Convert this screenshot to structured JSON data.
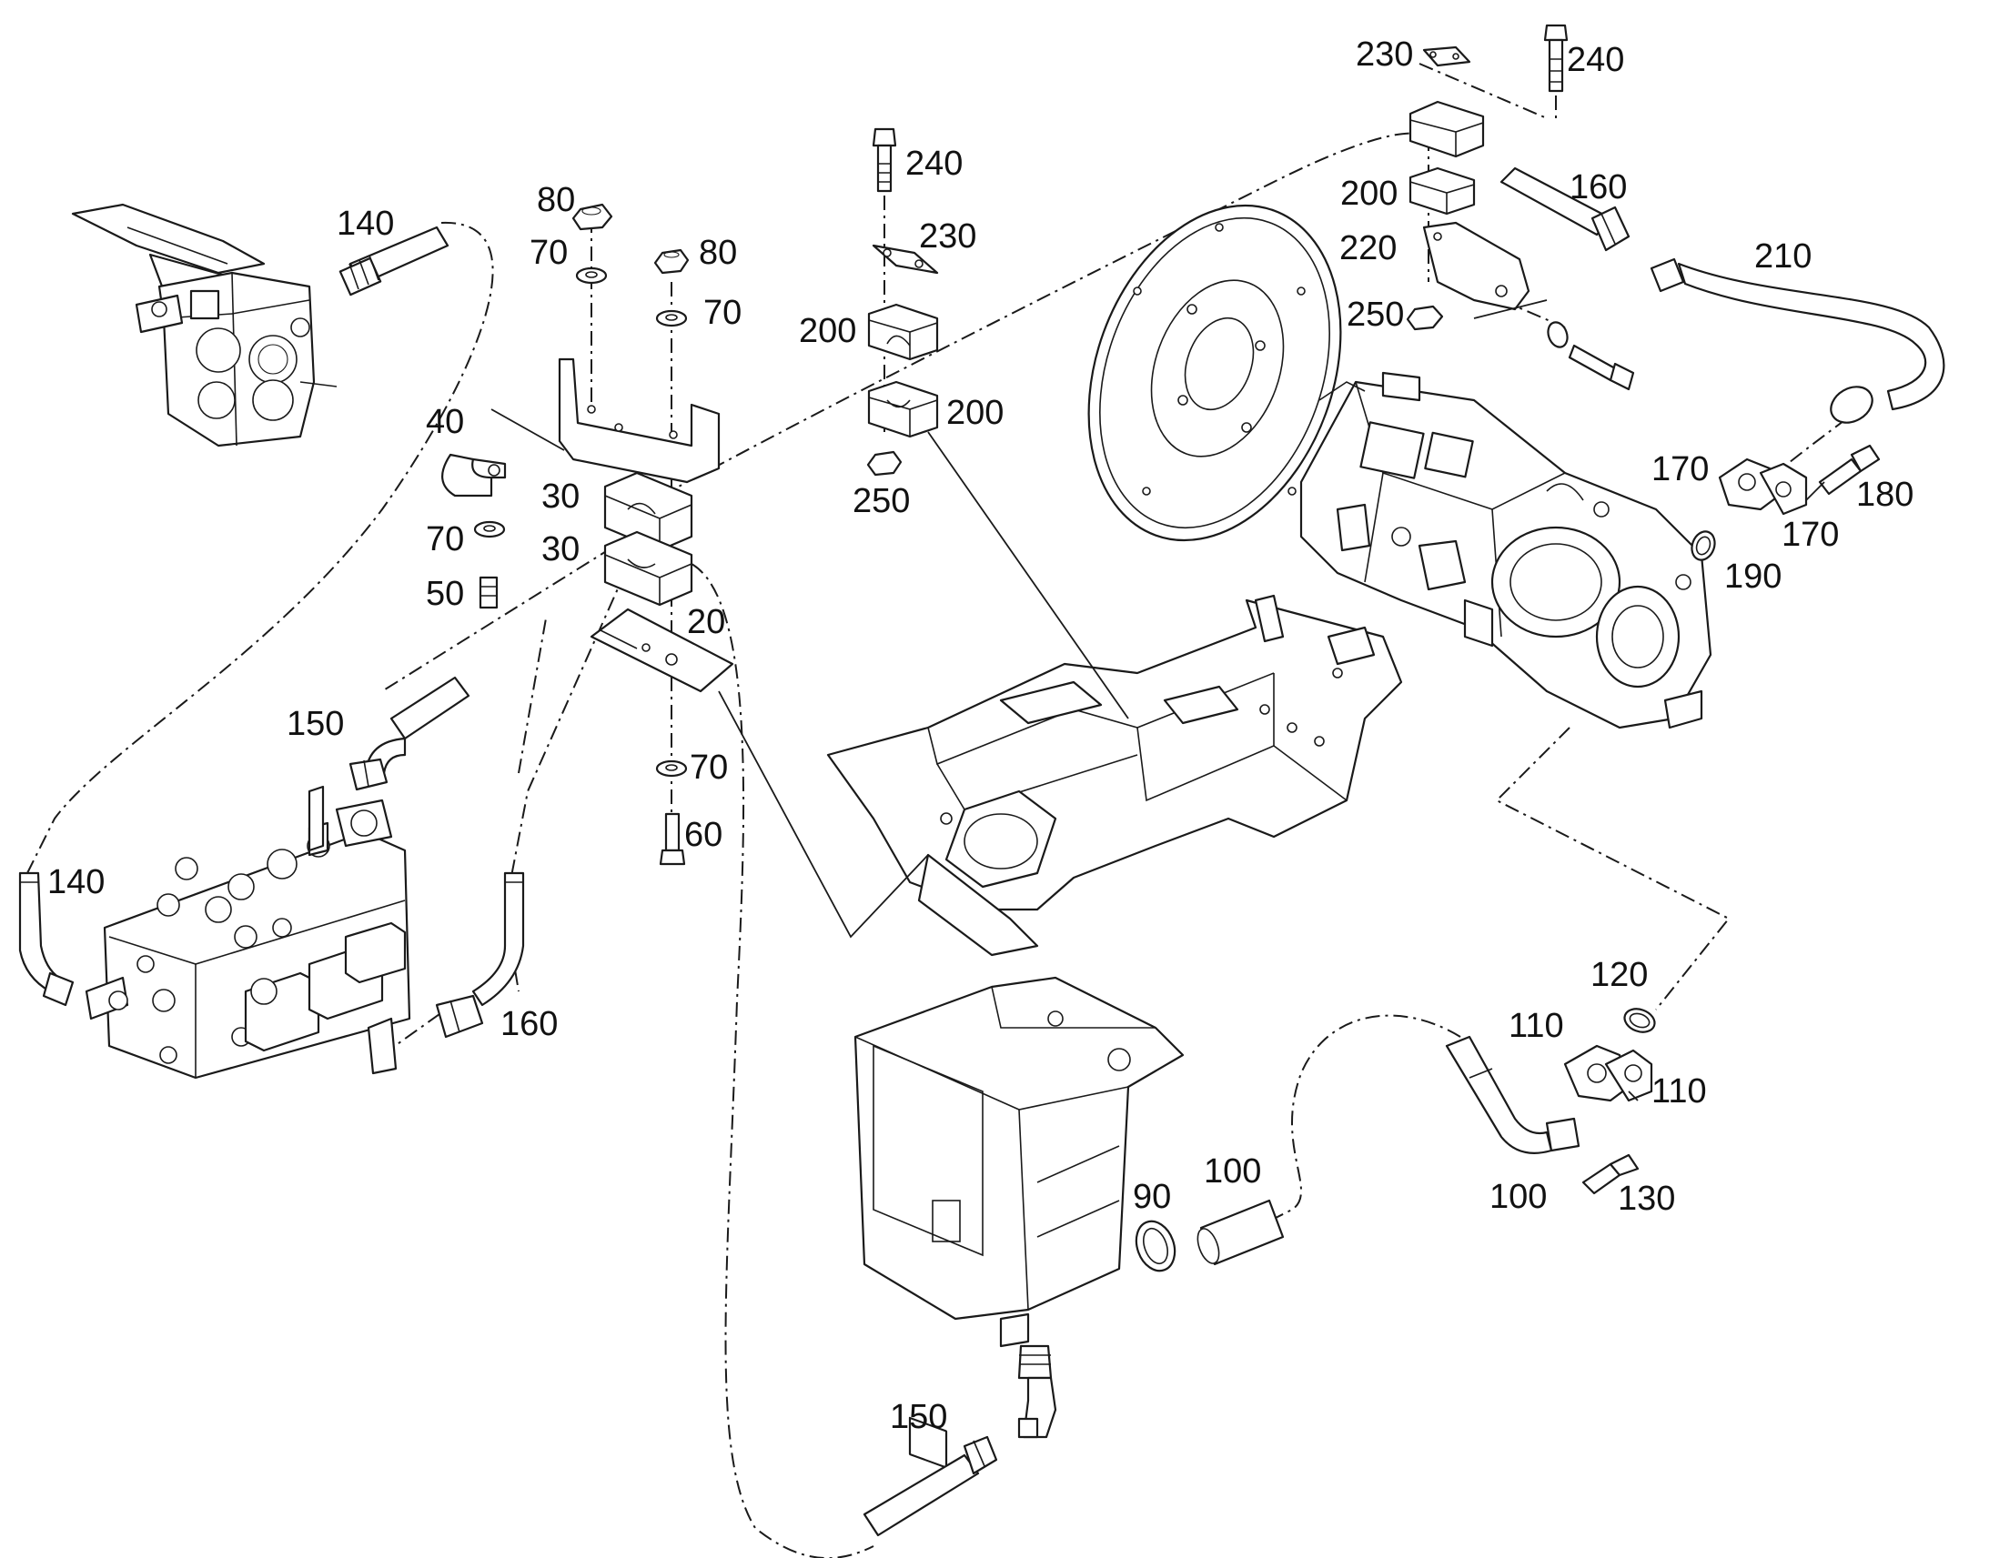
{
  "callouts": [
    {
      "id": "c-230-top",
      "text": "230"
    },
    {
      "id": "c-240-top",
      "text": "240"
    },
    {
      "id": "c-240-mid",
      "text": "240"
    },
    {
      "id": "c-160-top",
      "text": "160"
    },
    {
      "id": "c-200-right",
      "text": "200"
    },
    {
      "id": "c-210",
      "text": "210"
    },
    {
      "id": "c-220",
      "text": "220"
    },
    {
      "id": "c-250-right",
      "text": "250"
    },
    {
      "id": "c-230-mid",
      "text": "230"
    },
    {
      "id": "c-200-mid-upper",
      "text": "200"
    },
    {
      "id": "c-200-mid-lower",
      "text": "200"
    },
    {
      "id": "c-250-mid",
      "text": "250"
    },
    {
      "id": "c-80-left",
      "text": "80"
    },
    {
      "id": "c-70-left",
      "text": "70"
    },
    {
      "id": "c-80-right",
      "text": "80"
    },
    {
      "id": "c-70-right",
      "text": "70"
    },
    {
      "id": "c-140-top",
      "text": "140"
    },
    {
      "id": "c-40",
      "text": "40"
    },
    {
      "id": "c-30-upper",
      "text": "30"
    },
    {
      "id": "c-30-lower",
      "text": "30"
    },
    {
      "id": "c-70-mid",
      "text": "70"
    },
    {
      "id": "c-50",
      "text": "50"
    },
    {
      "id": "c-20",
      "text": "20"
    },
    {
      "id": "c-150-upper",
      "text": "150"
    },
    {
      "id": "c-70-lower",
      "text": "70"
    },
    {
      "id": "c-60",
      "text": "60"
    },
    {
      "id": "c-140-lower",
      "text": "140"
    },
    {
      "id": "c-160-lower",
      "text": "160"
    },
    {
      "id": "c-170-left",
      "text": "170"
    },
    {
      "id": "c-180",
      "text": "180"
    },
    {
      "id": "c-170-right",
      "text": "170"
    },
    {
      "id": "c-190",
      "text": "190"
    },
    {
      "id": "c-120",
      "text": "120"
    },
    {
      "id": "c-110-left",
      "text": "110"
    },
    {
      "id": "c-110-right",
      "text": "110"
    },
    {
      "id": "c-90",
      "text": "90"
    },
    {
      "id": "c-100-left",
      "text": "100"
    },
    {
      "id": "c-100-right",
      "text": "100"
    },
    {
      "id": "c-130",
      "text": "130"
    },
    {
      "id": "c-150-lower",
      "text": "150"
    }
  ]
}
